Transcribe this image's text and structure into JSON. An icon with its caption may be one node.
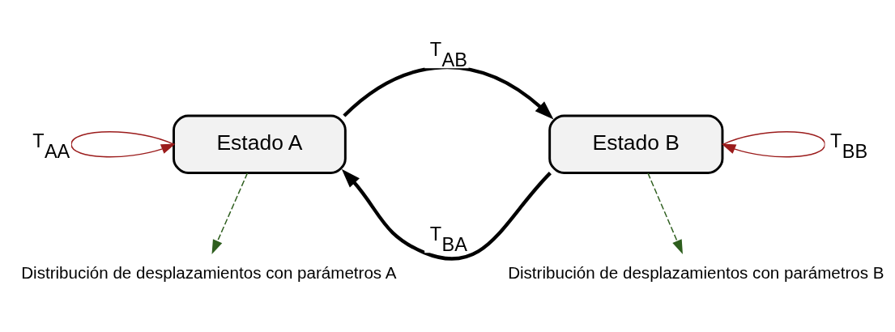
{
  "diagram": {
    "nodes": [
      {
        "text": [
          "Estado A"
        ]
      },
      {
        "text": [
          "Estado B"
        ]
      },
      {
        "text": [
          "Distribución de desplazamientos con parámetros A"
        ]
      },
      {
        "text": [
          "Distribución de desplazamientos con parámetros B"
        ]
      }
    ],
    "edges": [
      {
        "from": 0,
        "to": 1,
        "arrow": "to",
        "label": "T$_{AB}$",
        "style": "thick"
      },
      {
        "from": 1,
        "to": 0,
        "arrow": "to",
        "label": "T$_{BA}$",
        "style": "thick"
      },
      {
        "from": 0,
        "to": 0,
        "arrow": "to",
        "label": "T$_{AA}$",
        "color": "#9b1c1c"
      },
      {
        "from": 1,
        "to": 1,
        "arrow": "to",
        "label": "T$_{BB}$",
        "color": "#9b1c1c"
      },
      {
        "from": 0,
        "to": 2,
        "arrow": "to",
        "style": "dashed",
        "color": "#2e5e1e"
      },
      {
        "from": 1,
        "to": 3,
        "arrow": "to",
        "style": "dashed",
        "color": "#2e5e1e"
      }
    ]
  }
}
